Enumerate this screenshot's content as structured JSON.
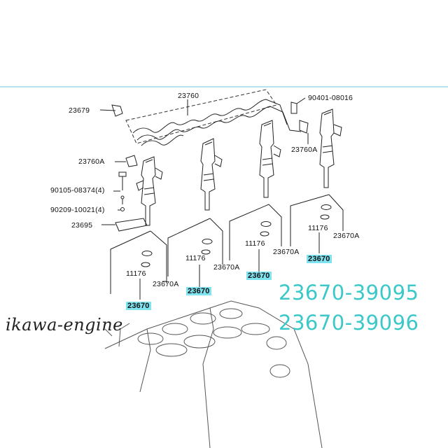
{
  "labels": {
    "rail_left_bolt": "23679",
    "fuel_rail": "23760",
    "union_bolt": "90401-08016",
    "rail_clamp_right": "23760A",
    "rail_clamp_left": "23760A",
    "bolt_a": "90105-08374(4)",
    "washer_a": "90209-10021(4)",
    "clamp": "23695",
    "inj1_oring": "11176",
    "inj1_seal": "23670A",
    "inj1_part": "23670",
    "inj2_oring": "11176",
    "inj2_seal": "23670A",
    "inj2_part": "23670",
    "inj3_oring": "11176",
    "inj3_seal": "23670A",
    "inj3_part": "23670",
    "inj4_oring": "11176",
    "inj4_seal": "23670A",
    "inj4_part": "23670"
  },
  "part_numbers": [
    "23670-39095",
    "23670-39096"
  ],
  "watermark": "ikawa-engine",
  "colors": {
    "highlight": "#7fe3f0",
    "part_number_text": "#3cc8c8",
    "top_rule": "#9fd8e8",
    "line": "#222222"
  }
}
